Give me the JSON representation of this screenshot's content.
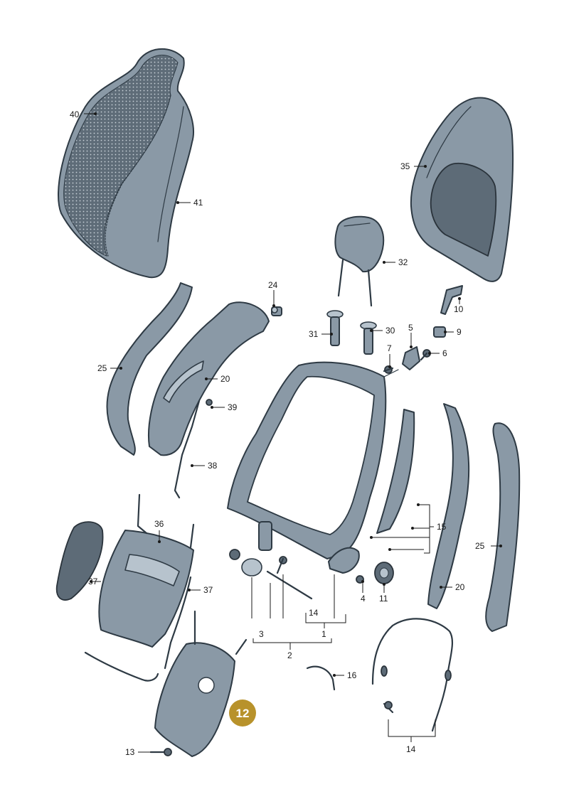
{
  "callouts": {
    "c40": "40",
    "c41": "41",
    "c35": "35",
    "c32": "32",
    "c24": "24",
    "c31": "31",
    "c30": "30",
    "c5": "5",
    "c10": "10",
    "c9": "9",
    "c7": "7",
    "c6": "6",
    "c25a": "25",
    "c20a": "20",
    "c39": "39",
    "c38": "38",
    "c36": "36",
    "c37a": "37",
    "c37b": "37",
    "c15": "15",
    "c25b": "25",
    "c20b": "20",
    "c4": "4",
    "c11": "11",
    "c14a": "14",
    "c3": "3",
    "c1": "1",
    "c2": "2",
    "c16": "16",
    "c14b": "14",
    "c13": "13"
  },
  "badge": {
    "label": "12",
    "color": "#b8922b"
  }
}
